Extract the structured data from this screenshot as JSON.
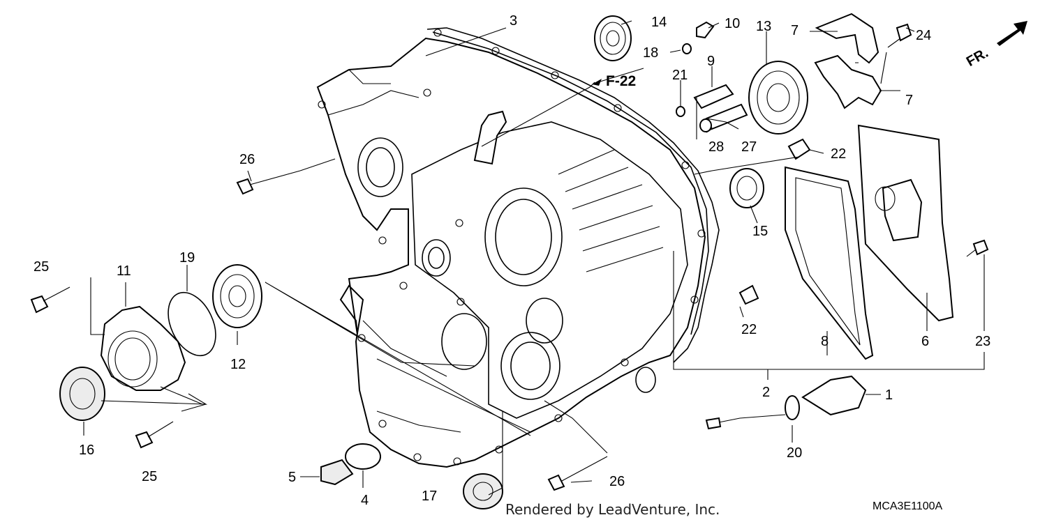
{
  "diagram": {
    "part_numbers": [
      "1",
      "2",
      "3",
      "4",
      "5",
      "6",
      "7",
      "8",
      "9",
      "10",
      "11",
      "12",
      "13",
      "14",
      "15",
      "16",
      "17",
      "18",
      "19",
      "20",
      "21",
      "22",
      "23",
      "24",
      "25",
      "26",
      "27",
      "28"
    ],
    "callouts": {
      "c1": "1",
      "c2": "2",
      "c3": "3",
      "c4": "4",
      "c5": "5",
      "c6": "6",
      "c7a": "7",
      "c7b": "7",
      "c8": "8",
      "c9": "9",
      "c10": "10",
      "c11": "11",
      "c12": "12",
      "c13": "13",
      "c14": "14",
      "c15": "15",
      "c16": "16",
      "c17": "17",
      "c18": "18",
      "c19": "19",
      "c20": "20",
      "c21": "21",
      "c22a": "22",
      "c22b": "22",
      "c23": "23",
      "c24": "24",
      "c25a": "25",
      "c25b": "25",
      "c26a": "26",
      "c26b": "26",
      "c27": "27",
      "c28": "28"
    },
    "reference_tag": "F-22",
    "front_arrow_label": "FR.",
    "diagram_code": "MCA3E1100A",
    "footer_text": "Rendered by LeadVenture, Inc."
  }
}
